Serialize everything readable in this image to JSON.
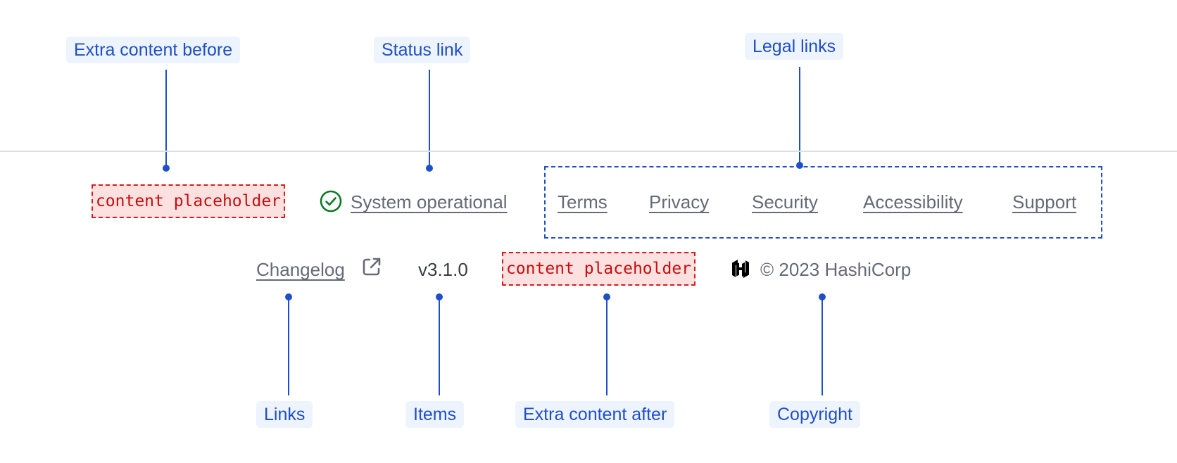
{
  "callouts": {
    "extra_before": "Extra content before",
    "status_link": "Status link",
    "legal_links": "Legal links",
    "links": "Links",
    "items": "Items",
    "extra_after": "Extra content after",
    "copyright": "Copyright"
  },
  "footer": {
    "extra_before_placeholder": "content placeholder",
    "status": {
      "text": "System operational",
      "icon": "check-circle-icon",
      "color": "#0a7a24"
    },
    "legal_links": [
      "Terms",
      "Privacy",
      "Security",
      "Accessibility",
      "Support"
    ],
    "links": [
      {
        "label": "Changelog",
        "icon": "external-link-icon"
      }
    ],
    "items": [
      "v3.1.0"
    ],
    "extra_after_placeholder": "content placeholder",
    "copyright": {
      "logo": "hashicorp-logo-icon",
      "text": "© 2023 HashiCorp"
    }
  },
  "colors": {
    "annotation": "#1e4fc9",
    "annotation_bg": "#eef4fd",
    "placeholder_bg": "#fde0e0",
    "placeholder_border": "#d41e1e",
    "link_text": "#656a76",
    "divider": "#dcdfe4"
  }
}
